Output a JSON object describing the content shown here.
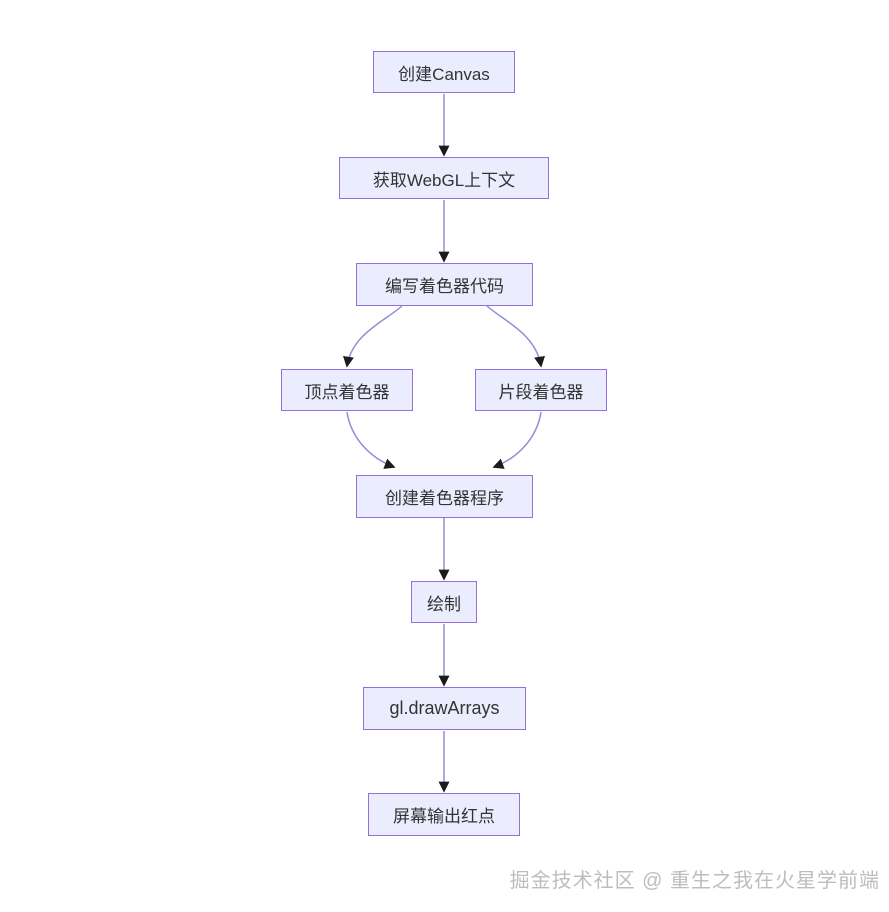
{
  "diagram": {
    "type": "flowchart",
    "direction": "top-down",
    "nodes": [
      {
        "id": "create-canvas",
        "label": "创建Canvas"
      },
      {
        "id": "get-webgl-context",
        "label": "获取WebGL上下文"
      },
      {
        "id": "write-shader-code",
        "label": "编写着色器代码"
      },
      {
        "id": "vertex-shader",
        "label": "顶点着色器"
      },
      {
        "id": "fragment-shader",
        "label": "片段着色器"
      },
      {
        "id": "create-shader-program",
        "label": "创建着色器程序"
      },
      {
        "id": "draw",
        "label": "绘制"
      },
      {
        "id": "gl-drawarrays",
        "label": "gl.drawArrays"
      },
      {
        "id": "screen-output-red-dot",
        "label": "屏幕输出红点"
      }
    ],
    "edges": [
      {
        "from": "create-canvas",
        "to": "get-webgl-context"
      },
      {
        "from": "get-webgl-context",
        "to": "write-shader-code"
      },
      {
        "from": "write-shader-code",
        "to": "vertex-shader"
      },
      {
        "from": "write-shader-code",
        "to": "fragment-shader"
      },
      {
        "from": "vertex-shader",
        "to": "create-shader-program"
      },
      {
        "from": "fragment-shader",
        "to": "create-shader-program"
      },
      {
        "from": "create-shader-program",
        "to": "draw"
      },
      {
        "from": "draw",
        "to": "gl-drawarrays"
      },
      {
        "from": "gl-drawarrays",
        "to": "screen-output-red-dot"
      }
    ],
    "colors": {
      "node_fill": "#ECECFF",
      "node_border": "#9370DB",
      "edge_stroke": "#8f8fd8",
      "arrowhead": "#1b1b1b",
      "text": "#333333",
      "watermark": "#bdbdbd"
    }
  },
  "watermark": {
    "text": "掘金技术社区 @ 重生之我在火星学前端"
  }
}
